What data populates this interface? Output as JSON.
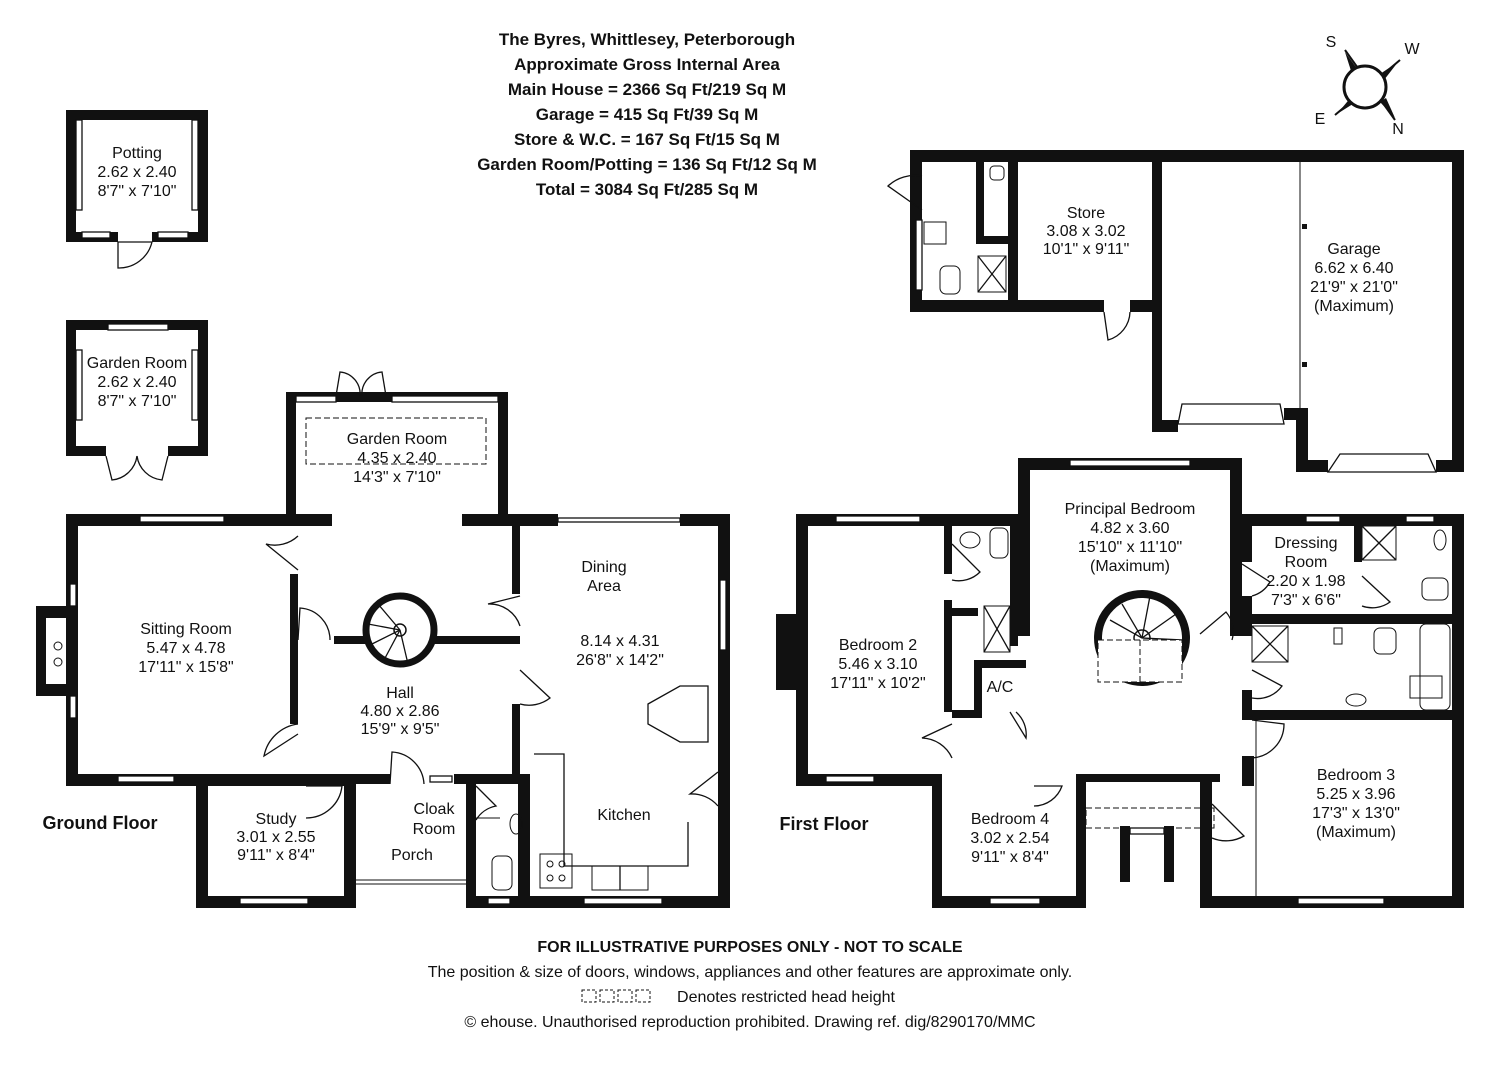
{
  "header": {
    "lines": [
      "The Byres, Whittlesey, Peterborough",
      "Approximate Gross Internal Area",
      "Main House = 2366 Sq Ft/219 Sq M",
      "Garage = 415 Sq Ft/39 Sq M",
      "Store & W.C. = 167 Sq Ft/15 Sq M",
      "Garden Room/Potting = 136 Sq Ft/12 Sq M",
      "Total = 3084 Sq Ft/285 Sq M"
    ]
  },
  "compass": {
    "s": "S",
    "w": "W",
    "e": "E",
    "n": "N"
  },
  "floors": {
    "ground": "Ground Floor",
    "first": "First Floor"
  },
  "rooms": {
    "potting": [
      "Potting",
      "2.62 x 2.40",
      "8'7\" x 7'10\""
    ],
    "garden_room_small": [
      "Garden Room",
      "2.62 x 2.40",
      "8'7\" x 7'10\""
    ],
    "garden_room": [
      "Garden Room",
      "4.35 x 2.40",
      "14'3\" x 7'10\""
    ],
    "sitting": [
      "Sitting Room",
      "5.47 x 4.78",
      "17'11\" x 15'8\""
    ],
    "hall": [
      "Hall",
      "4.80 x 2.86",
      "15'9\" x 9'5\""
    ],
    "dining": [
      "Dining",
      "Area"
    ],
    "dining_dims": [
      "8.14 x 4.31",
      "26'8\" x 14'2\""
    ],
    "kitchen": "Kitchen",
    "study": [
      "Study",
      "3.01 x 2.55",
      "9'11\" x 8'4\""
    ],
    "cloak": [
      "Cloak",
      "Room"
    ],
    "porch": "Porch",
    "store": [
      "Store",
      "3.08 x 3.02",
      "10'1\" x 9'11\""
    ],
    "garage": [
      "Garage",
      "6.62 x 6.40",
      "21'9\" x 21'0\"",
      "(Maximum)"
    ],
    "principal": [
      "Principal Bedroom",
      "4.82 x 3.60",
      "15'10\" x 11'10\"",
      "(Maximum)"
    ],
    "dressing": [
      "Dressing",
      "Room",
      "2.20 x 1.98",
      "7'3\" x 6'6\""
    ],
    "bed2": [
      "Bedroom 2",
      "5.46 x 3.10",
      "17'11\" x 10'2\""
    ],
    "ac": "A/C",
    "bed3": [
      "Bedroom 3",
      "5.25 x 3.96",
      "17'3\" x 13'0\"",
      "(Maximum)"
    ],
    "bed4": [
      "Bedroom 4",
      "3.02 x 2.54",
      "9'11\" x 8'4\""
    ]
  },
  "footer": {
    "disclaimer": "FOR ILLUSTRATIVE PURPOSES ONLY - NOT TO SCALE",
    "note": "The position & size of doors, windows, appliances and other features are approximate only.",
    "legend": "Denotes restricted head height",
    "copyright": "© ehouse. Unauthorised reproduction prohibited. Drawing ref. dig/8290170/MMC"
  }
}
